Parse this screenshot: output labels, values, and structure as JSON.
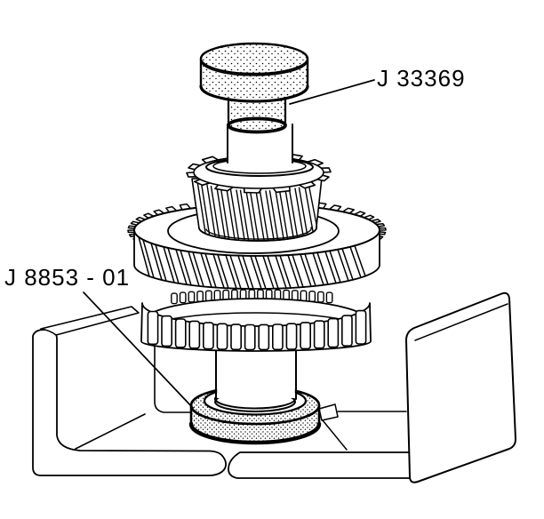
{
  "figure": {
    "labels": [
      {
        "id": "installer-tool",
        "text": "J 33369"
      },
      {
        "id": "bearing-support",
        "text": "J 8853 - 01"
      }
    ],
    "colors": {
      "line": "#000000",
      "background": "#ffffff"
    }
  }
}
